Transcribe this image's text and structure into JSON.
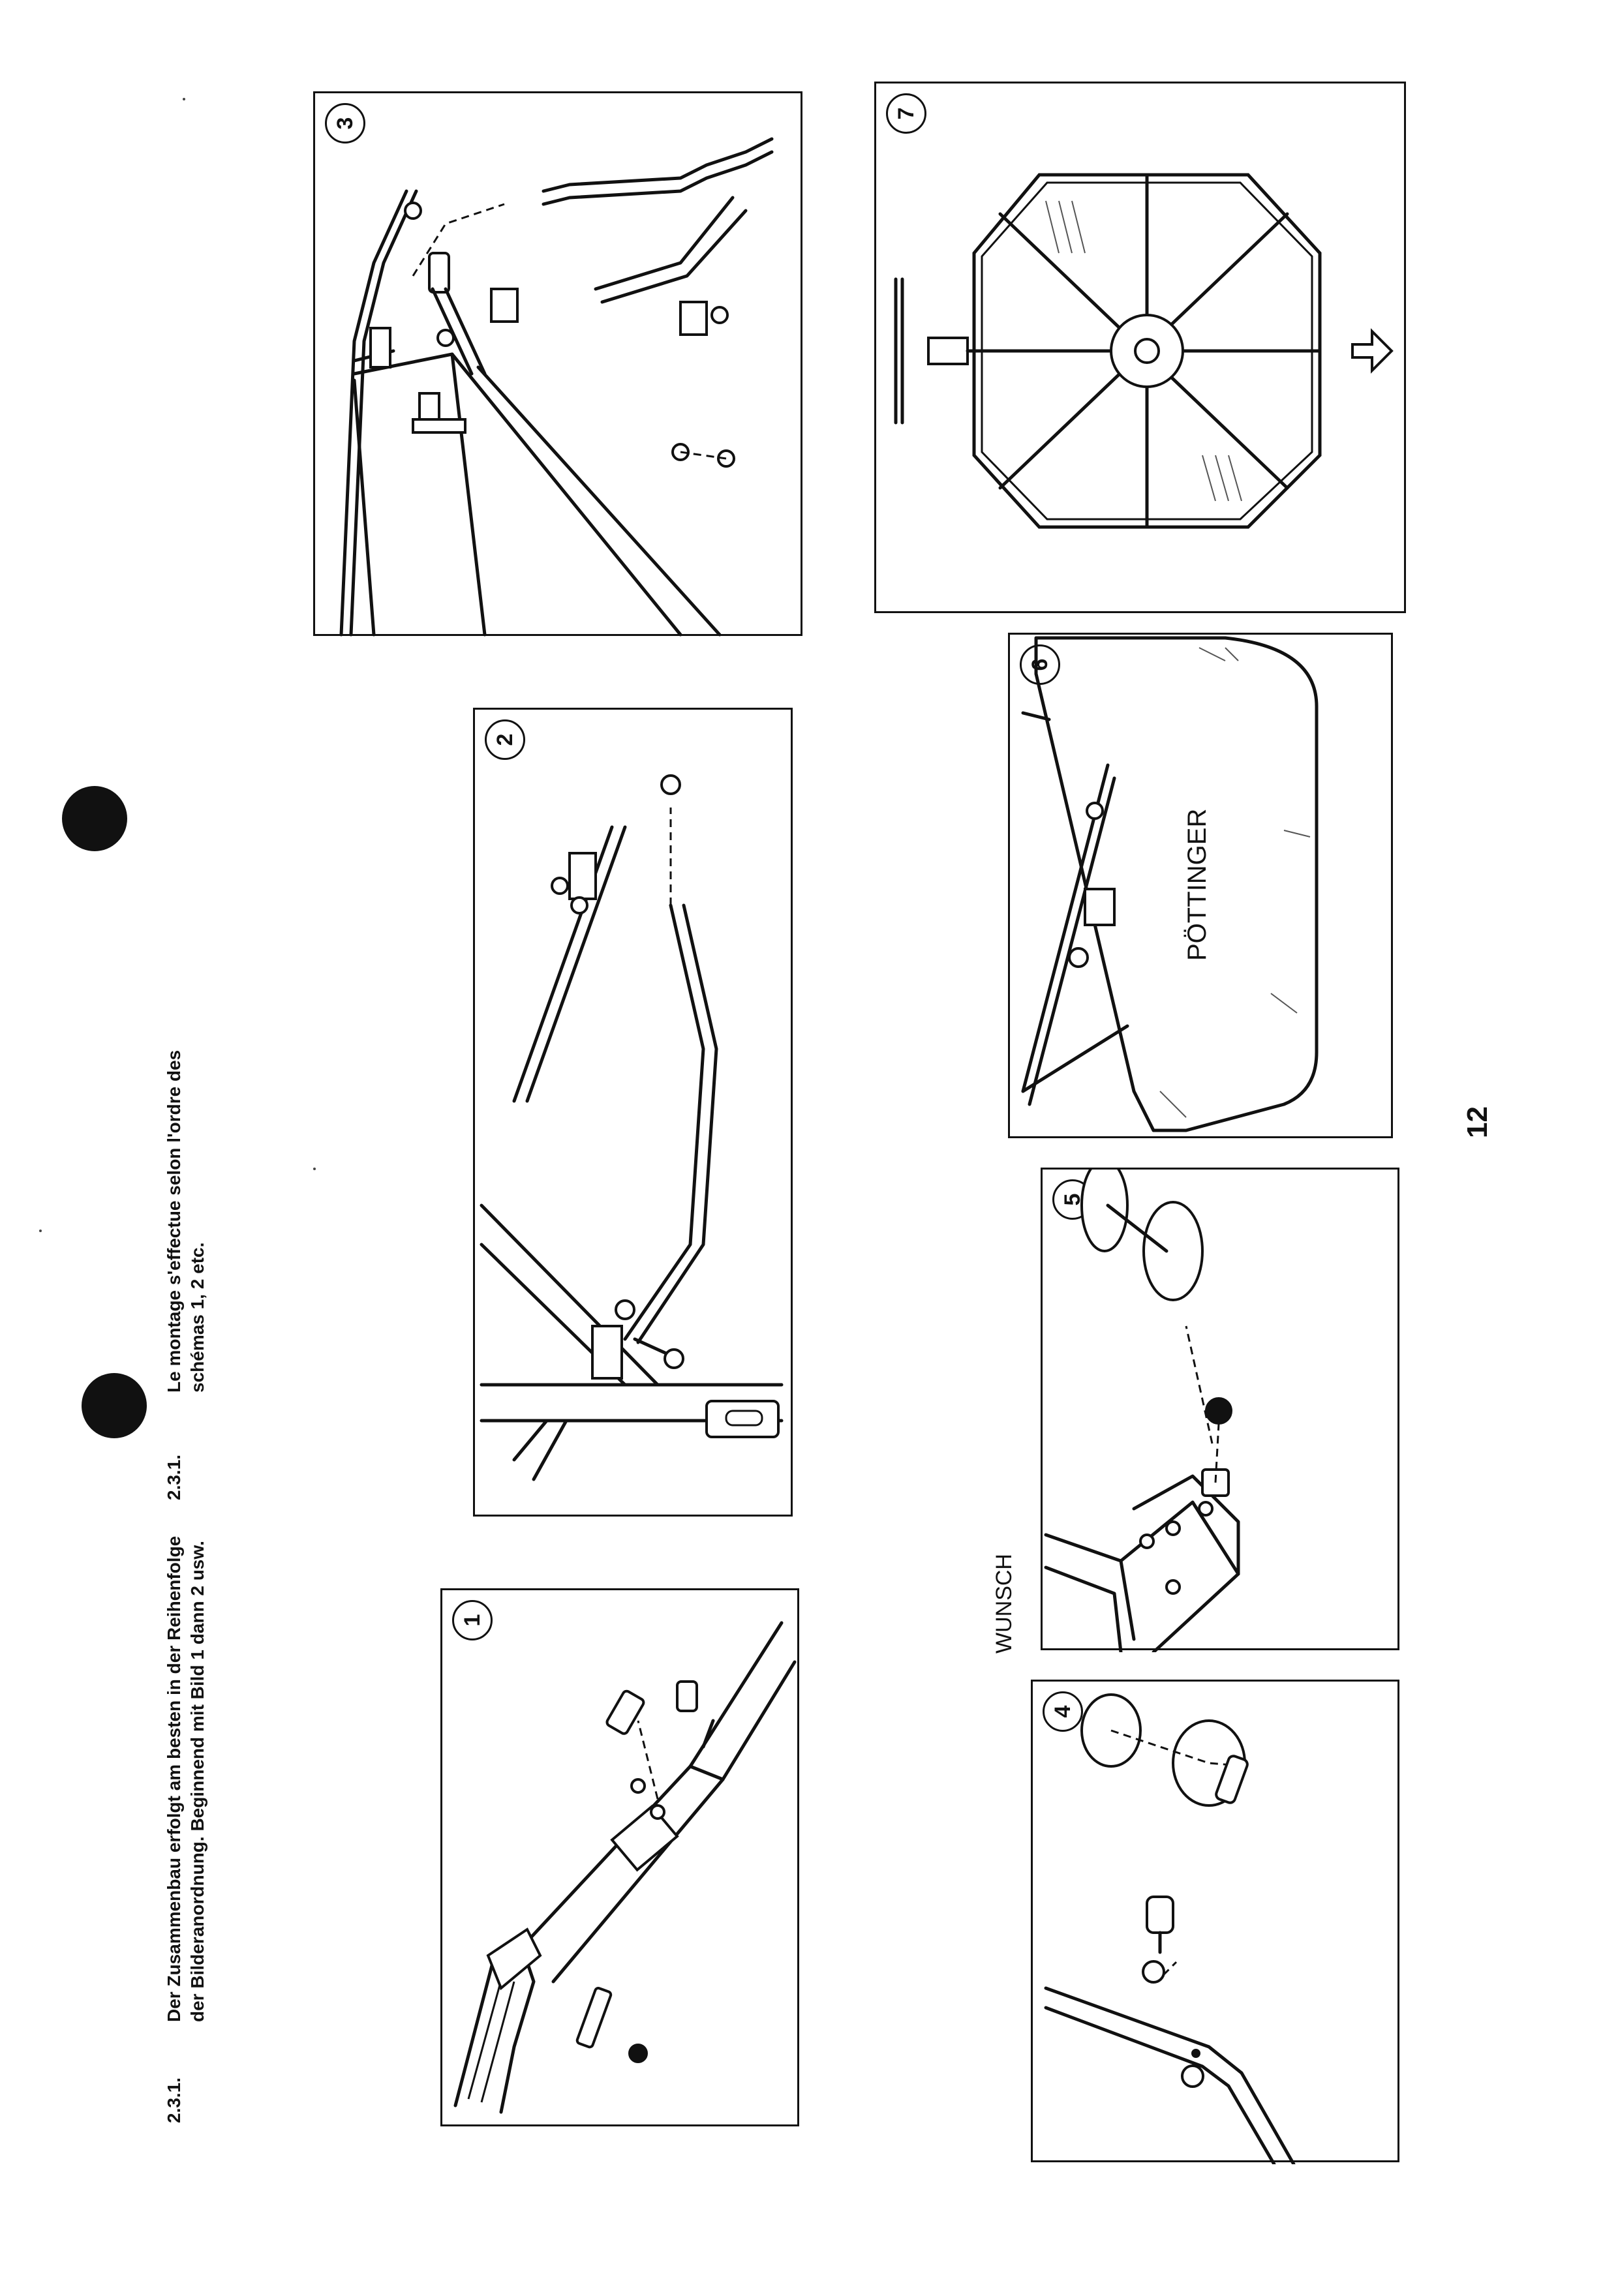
{
  "section_de": {
    "number": "2.3.1.",
    "line1": "Der Zusammenbau erfolgt am besten in der Reihenfolge",
    "line2": "der Bilderanordnung. Beginnend mit Bild 1 dann 2 usw."
  },
  "section_fr": {
    "number": "2.3.1.",
    "line1": "Le montage s'effectue selon l'ordre des",
    "line2": "schémas 1, 2 etc."
  },
  "figures": [
    {
      "label": "1"
    },
    {
      "label": "2"
    },
    {
      "label": "3"
    },
    {
      "label": "4"
    },
    {
      "label": "5"
    },
    {
      "label": "6"
    },
    {
      "label": "7"
    }
  ],
  "optional_label": "WUNSCH",
  "brand_text": "PÖTTINGER",
  "page_number": "12"
}
